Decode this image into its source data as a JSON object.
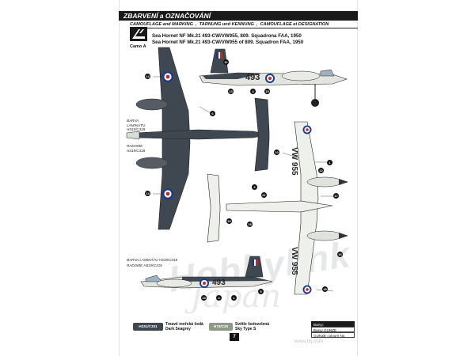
{
  "header": {
    "title": "ZBARVENÍ a OZNAČOVÁNÍ",
    "subtitle_parts": [
      "CAMOUFLAGE and MARKING",
      "TARNUNG und KENNUNG",
      "CAMOUFLAGE et DESIGNATION"
    ]
  },
  "camo_label": "Camo A",
  "aircraft": {
    "line1": "Sea Hornet NF Mk.21 493-CW/VW955, 809. Squadrona FAA, 1950",
    "line2": "Sea Hornet NF Mk.21 493-CW/VW955 of 809. Squadron FAA, 1950"
  },
  "labels": {
    "barva_laminatu_1": "BARVA",
    "barva_laminatu_2": "LAMINÁTU",
    "barva_laminatu_3": "H319/C318",
    "radome_1": "RADOME",
    "radome_2": "H319/C318",
    "bottom_barva": "BARVA LAMINÁTU  H319/C318",
    "bottom_radome": "RADOME  H319/C318"
  },
  "codes": {
    "top_fuselage": "493",
    "bottom_fuselage": "493",
    "wing_upper": "VW 955",
    "wing_lower": "VW 955"
  },
  "callouts": {
    "c14a": "14",
    "c14b": "14",
    "c6": "6",
    "c11": "11",
    "c15a": "15",
    "c4a": "4",
    "c10": "10",
    "c1": "1",
    "c3": "3",
    "c21": "21",
    "c17": "17",
    "c19": "19",
    "c18a": "18",
    "c18b": "18",
    "c16": "16",
    "c15b": "15",
    "c4b": "4",
    "c5": "5",
    "c1b": "1",
    "c13": "13",
    "c12": "12"
  },
  "legend": [
    {
      "code": "H331/C331",
      "line1": "Tmavě mořská šedá",
      "line2": "Dark Seagrey",
      "color": "#3f4750"
    },
    {
      "code": "H74/C26",
      "line1": "Světle šedozelená",
      "line2": "Sky Type S",
      "color": "#8f9a85"
    }
  ],
  "info": {
    "head": "Barvy:",
    "row1": "Barvy GUNZE",
    "row2": "GUNZE colours No."
  },
  "page_number": "7",
  "watermark": {
    "line1": "Hobbylink",
    "line2": "Japan"
  },
  "site": "www.hlj.com",
  "colors": {
    "dark_seagrey": "#3f4750",
    "sky": "#c9cdc6",
    "roundel_red": "#c0282d",
    "roundel_blue": "#1e3a8a"
  }
}
